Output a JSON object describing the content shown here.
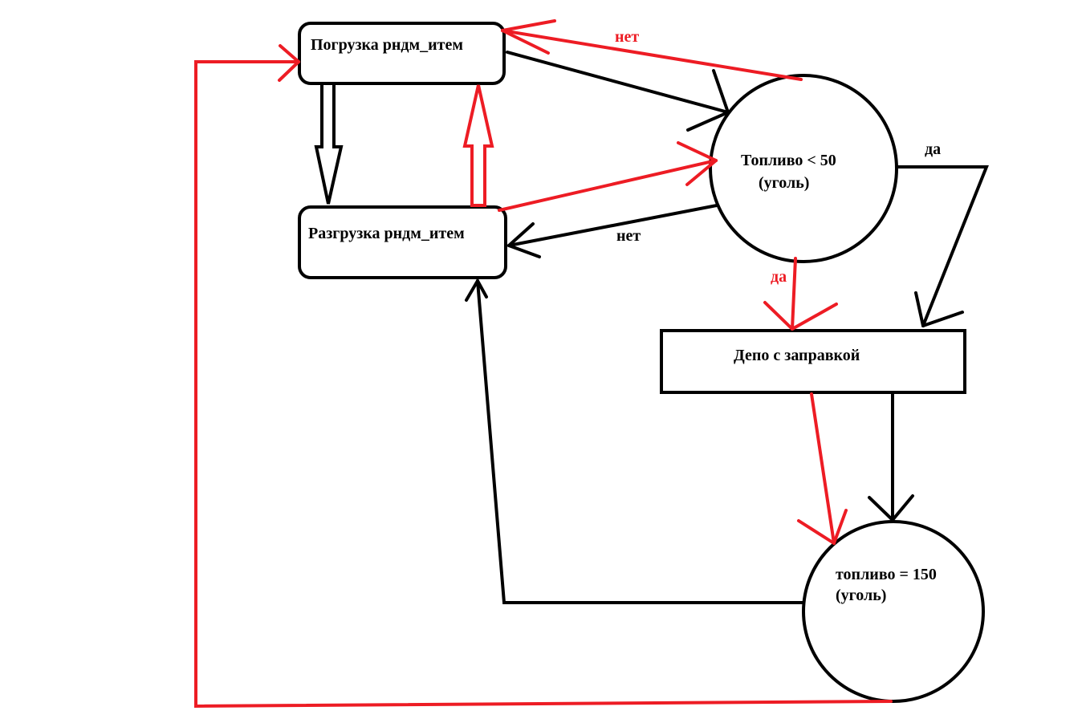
{
  "nodes": {
    "loading": "Погрузка рндм_итем",
    "unloading": "Разгрузка рндм_итем",
    "fuel_check_line1": "Топливо < 50",
    "fuel_check_line2": "(уголь)",
    "depot": "Депо с заправкой",
    "fuel_set_line1": "топливо = 150",
    "fuel_set_line2": "(уголь)"
  },
  "edge_labels": {
    "no_top": "нет",
    "no_middle": "нет",
    "yes_right": "да",
    "yes_bottom": "да"
  },
  "colors": {
    "black": "#000000",
    "red": "#ed1c24"
  }
}
